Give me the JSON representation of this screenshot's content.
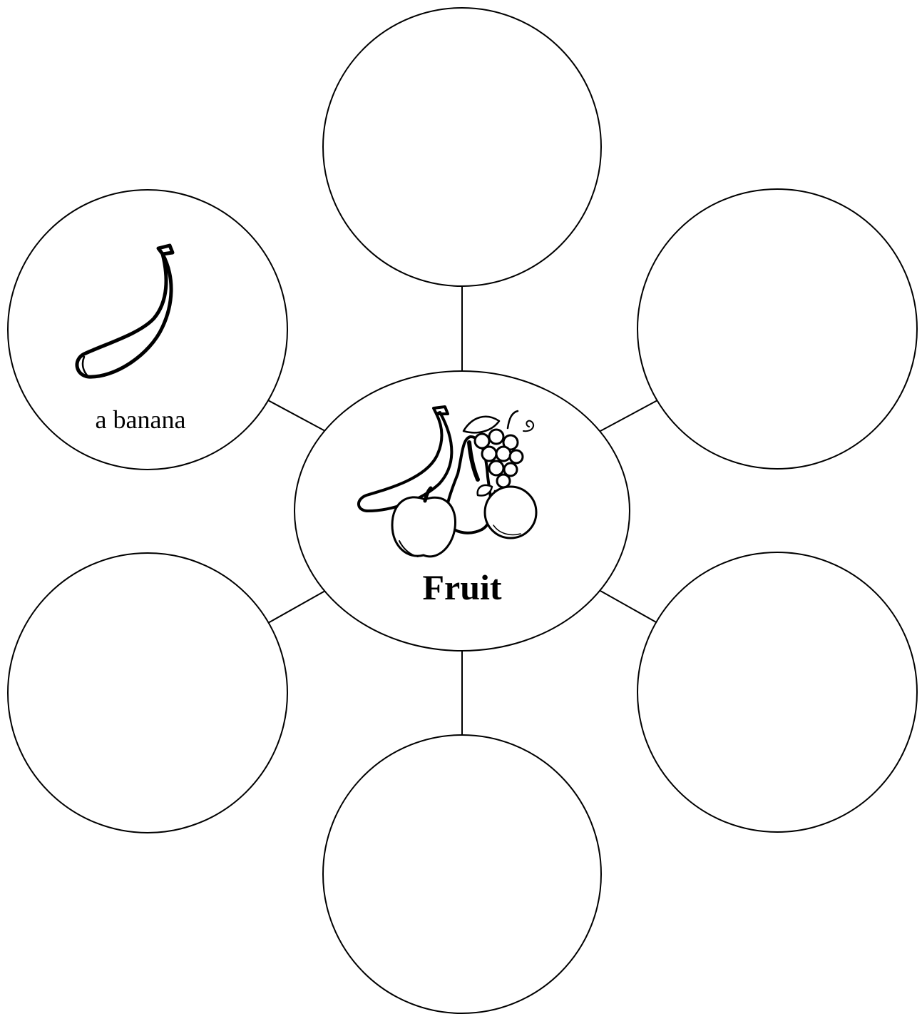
{
  "diagram": {
    "center": {
      "title": "Fruit",
      "icon": "fruit-basket-icon"
    },
    "nodes": [
      {
        "position": "top",
        "label": ""
      },
      {
        "position": "upper-left",
        "label": "a banana",
        "icon": "banana-icon"
      },
      {
        "position": "upper-right",
        "label": ""
      },
      {
        "position": "lower-left",
        "label": ""
      },
      {
        "position": "lower-right",
        "label": ""
      },
      {
        "position": "bottom",
        "label": ""
      }
    ]
  },
  "colors": {
    "stroke": "#000000",
    "background": "#ffffff"
  }
}
